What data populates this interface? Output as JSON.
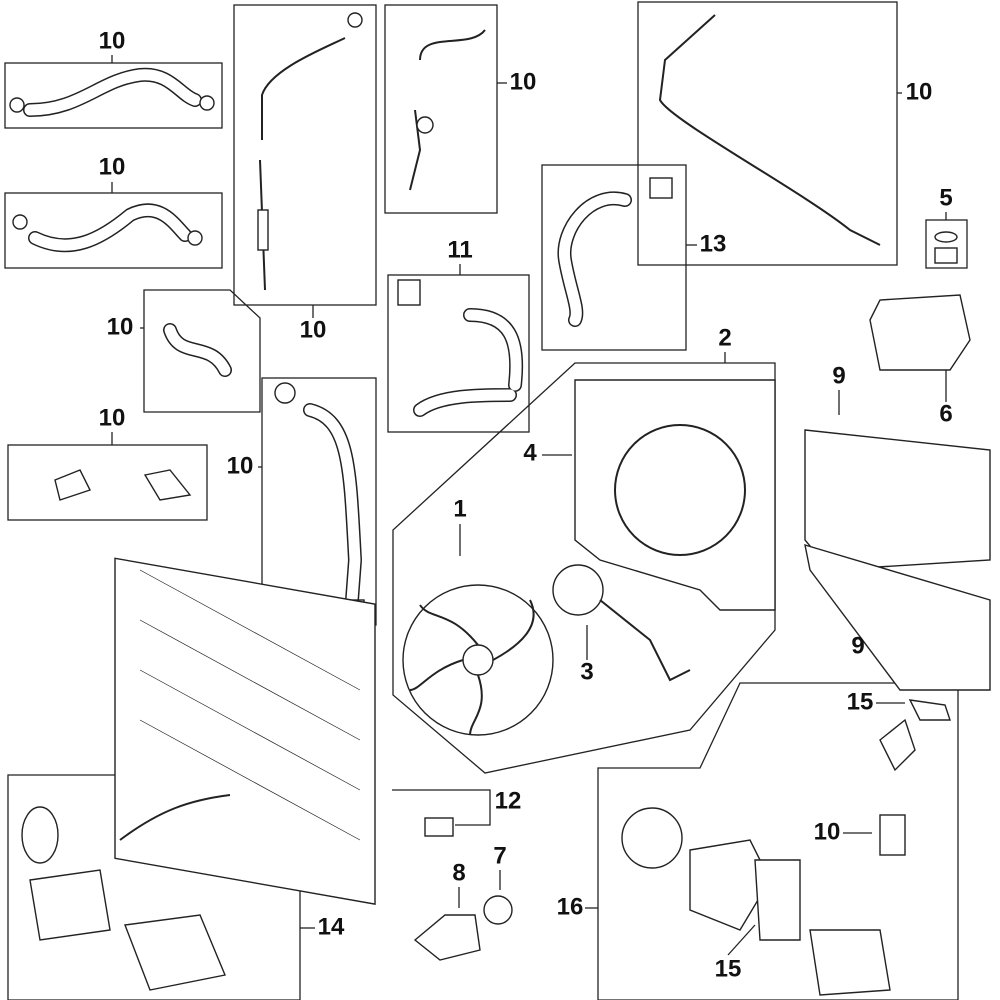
{
  "callouts": [
    {
      "id": "c1",
      "text": "10"
    },
    {
      "id": "c2",
      "text": "10"
    },
    {
      "id": "c3",
      "text": "10"
    },
    {
      "id": "c4",
      "text": "10"
    },
    {
      "id": "c5",
      "text": "10"
    },
    {
      "id": "c6",
      "text": "5"
    },
    {
      "id": "c7",
      "text": "13"
    },
    {
      "id": "c8",
      "text": "11"
    },
    {
      "id": "c9",
      "text": "10"
    },
    {
      "id": "c10",
      "text": "10"
    },
    {
      "id": "c11",
      "text": "10"
    },
    {
      "id": "c12",
      "text": "2"
    },
    {
      "id": "c13",
      "text": "4"
    },
    {
      "id": "c14",
      "text": "1"
    },
    {
      "id": "c15",
      "text": "3"
    },
    {
      "id": "c16",
      "text": "6"
    },
    {
      "id": "c17",
      "text": "9"
    },
    {
      "id": "c18",
      "text": "9"
    },
    {
      "id": "c19",
      "text": "15"
    },
    {
      "id": "c20",
      "text": "10"
    },
    {
      "id": "c21",
      "text": "12"
    },
    {
      "id": "c22",
      "text": "7"
    },
    {
      "id": "c23",
      "text": "8"
    },
    {
      "id": "c24",
      "text": "14"
    },
    {
      "id": "c25",
      "text": "16"
    },
    {
      "id": "c26",
      "text": "15"
    }
  ]
}
